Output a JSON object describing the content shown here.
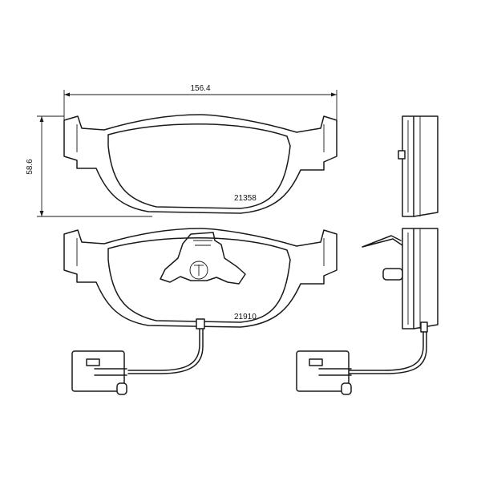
{
  "dimensions": {
    "width_label": "156.4",
    "height_label": "58.6"
  },
  "parts": {
    "upper_pad_number": "21358",
    "lower_pad_number": "21910"
  }
}
